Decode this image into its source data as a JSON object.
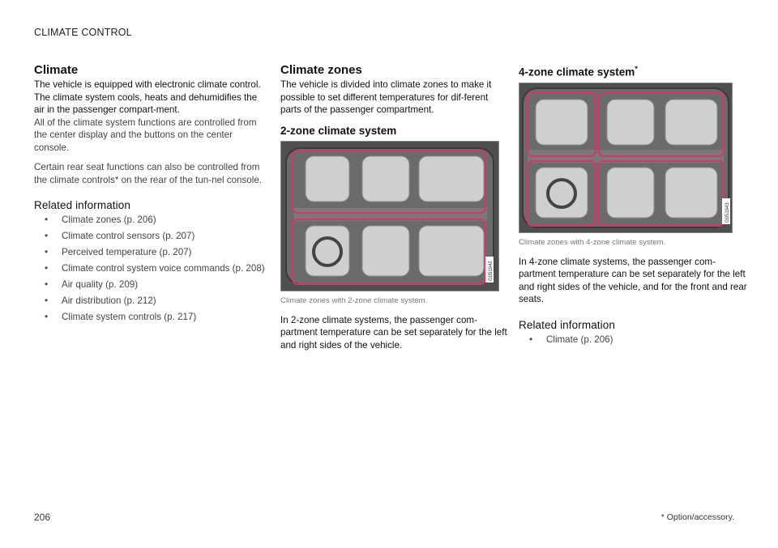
{
  "header": {
    "section": "CLIMATE CONTROL"
  },
  "col1": {
    "heading": "Climate",
    "lead": "The vehicle is equipped with electronic climate control. The climate system cools, heats and dehumidifies the air in the passenger compart-ment.",
    "p1": "All of the climate system functions are controlled from the center display and the buttons on the center console.",
    "p2": "Certain rear seat functions can also be controlled from the climate controls* on the rear of the tun-nel console.",
    "related_heading": "Related information",
    "related": [
      "Climate zones (p. 206)",
      "Climate control sensors (p. 207)",
      "Perceived temperature (p. 207)",
      "Climate control system voice commands (p. 208)",
      "Air quality (p. 209)",
      "Air distribution (p. 212)",
      "Climate system controls (p. 217)"
    ]
  },
  "col2": {
    "heading": "Climate zones",
    "lead": "The vehicle is divided into climate zones to make it possible to set different temperatures for dif-ferent parts of the passenger compartment.",
    "sub_heading": "2-zone climate system",
    "image_code": "G051942",
    "caption": "Climate zones with 2-zone climate system.",
    "body": "In 2-zone climate systems, the passenger com-partment temperature can be set separately for the left and right sides of the vehicle."
  },
  "col3": {
    "sub_heading": "4-zone climate system",
    "sub_heading_mark": "*",
    "image_code": "G051943",
    "caption": "Climate zones with 4-zone climate system.",
    "body": "In 4-zone climate systems, the passenger com-partment temperature can be set separately for the left and right sides of the vehicle, and for the front and rear seats.",
    "related_heading": "Related information",
    "related": [
      "Climate (p. 206)"
    ]
  },
  "footer": {
    "page_number": "206",
    "footnote": "* Option/accessory."
  },
  "colors": {
    "zone_outline": "#d8336b",
    "illustration_bg": "#5a5a5a"
  }
}
